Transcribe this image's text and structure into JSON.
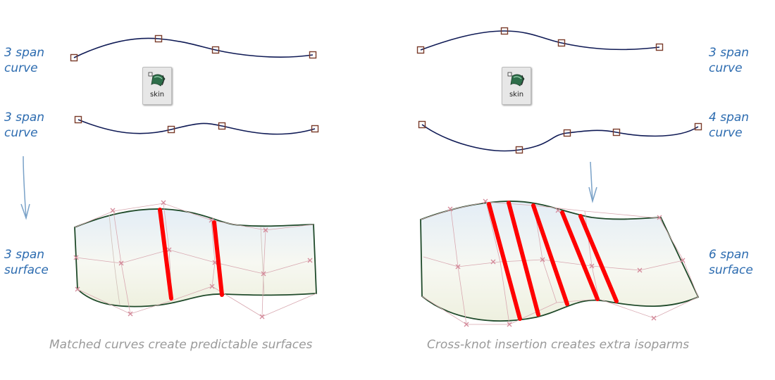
{
  "left": {
    "top_curve_label": [
      "3 span",
      "curve"
    ],
    "bottom_curve_label": [
      "3 span",
      "curve"
    ],
    "surface_label": [
      "3 span",
      "surface"
    ],
    "caption": "Matched curves create predictable surfaces"
  },
  "right": {
    "top_curve_label": [
      "3 span",
      "curve"
    ],
    "bottom_curve_label": [
      "4 span",
      "curve"
    ],
    "surface_label": [
      "6 span",
      "surface"
    ],
    "caption": "Cross-knot insertion creates extra isoparms"
  },
  "skin_tool": {
    "label": "skin",
    "icon": "skin-tool-icon"
  },
  "colors": {
    "curve": "#0f1a55",
    "control_point": "#7a3b2a",
    "isoparm_highlight": "#ff0000",
    "surface_edge": "#1f4a2a",
    "cv_marker": "#d48a9a",
    "label": "#2d6cb0",
    "caption": "#9a9a9a"
  }
}
